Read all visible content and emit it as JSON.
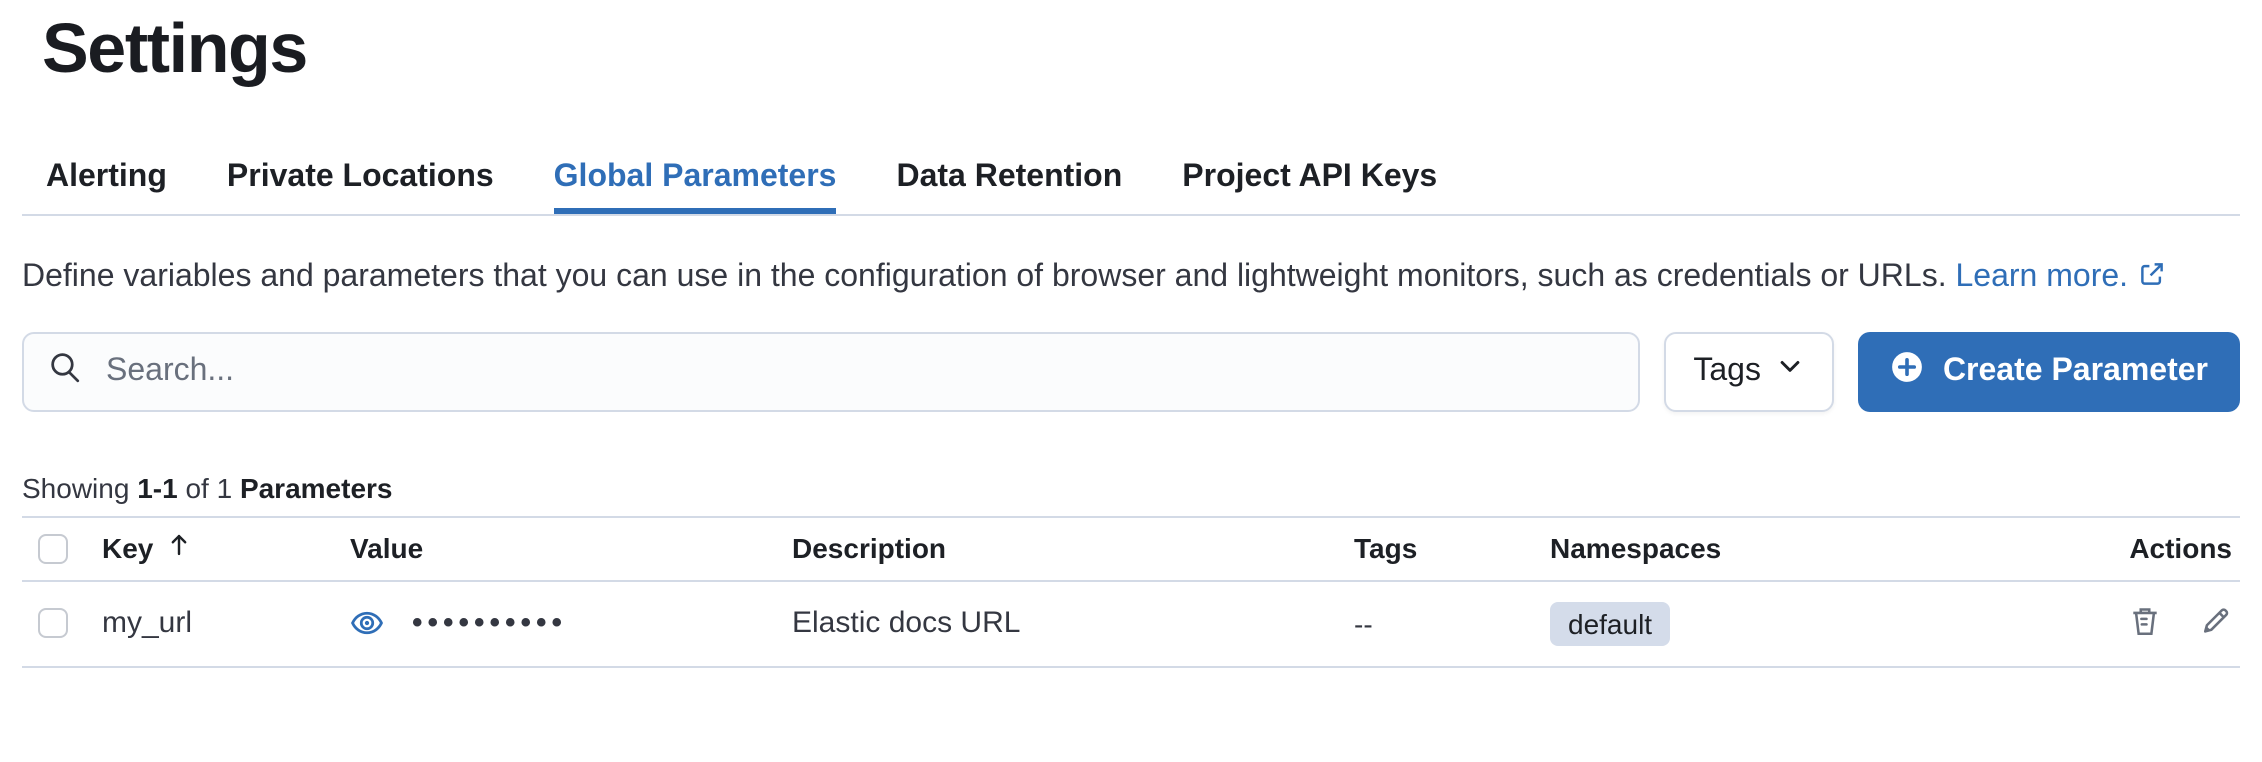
{
  "page": {
    "title": "Settings"
  },
  "tabs": [
    {
      "label": "Alerting",
      "active": false
    },
    {
      "label": "Private Locations",
      "active": false
    },
    {
      "label": "Global Parameters",
      "active": true
    },
    {
      "label": "Data Retention",
      "active": false
    },
    {
      "label": "Project API Keys",
      "active": false
    }
  ],
  "description": {
    "text": "Define variables and parameters that you can use in the configuration of browser and lightweight monitors, such as credentials or URLs.",
    "link_label": "Learn more.",
    "link_icon": "external-link-icon"
  },
  "toolbar": {
    "search_placeholder": "Search...",
    "search_icon": "search-icon",
    "tags_label": "Tags",
    "tags_icon": "chevron-down-icon",
    "create_label": "Create Parameter",
    "create_icon": "plus-in-circle-icon"
  },
  "summary": {
    "showing": "Showing",
    "range": "1-1",
    "of": "of 1",
    "entity": "Parameters"
  },
  "table": {
    "columns": [
      "Key",
      "Value",
      "Description",
      "Tags",
      "Namespaces",
      "Actions"
    ],
    "sorted_column": "Key",
    "sort_direction": "ascending",
    "rows": [
      {
        "key": "my_url",
        "value_masked": "••••••••••",
        "value_icon": "eye-icon",
        "description": "Elastic docs URL",
        "tags": "--",
        "namespace": "default",
        "actions": [
          "delete",
          "edit"
        ]
      }
    ]
  },
  "colors": {
    "accent_blue": "#2f6eb7",
    "heading_text": "#1a1c21",
    "body_text": "#343741",
    "border": "#d3dae6",
    "badge_background": "#d4dcea",
    "icon_gray": "#69707d",
    "input_background": "#fbfcfd"
  }
}
